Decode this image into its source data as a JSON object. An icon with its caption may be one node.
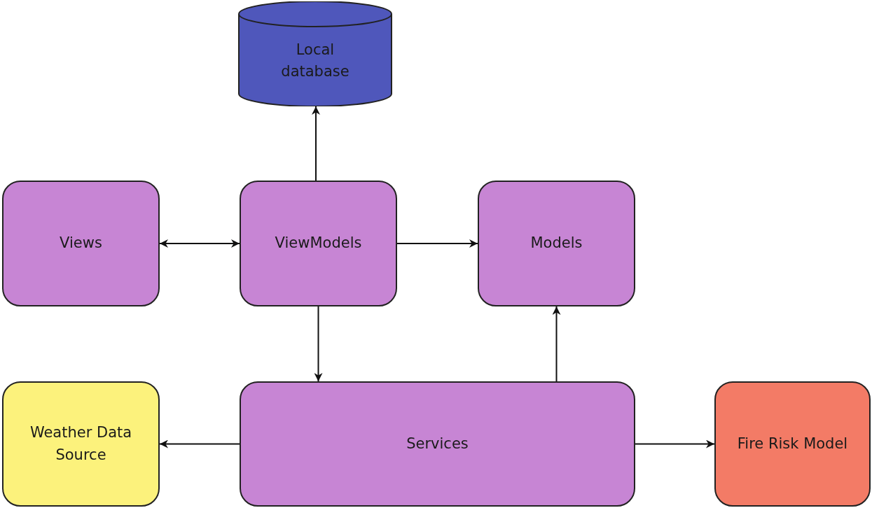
{
  "diagram": {
    "nodes": [
      {
        "text": [
          "Local database"
        ]
      },
      {
        "text": [
          "Views"
        ]
      },
      {
        "text": [
          "ViewModels"
        ]
      },
      {
        "text": [
          "Models"
        ]
      },
      {
        "text": [
          "Weather Data Source"
        ]
      },
      {
        "text": [
          "Services"
        ]
      },
      {
        "text": [
          "Fire Risk Model"
        ]
      }
    ],
    "edges": [
      {
        "from": 2,
        "to": 0,
        "arrow": "to"
      },
      {
        "from": 1,
        "to": 2,
        "arrow": "both"
      },
      {
        "from": 2,
        "to": 3,
        "arrow": "to"
      },
      {
        "from": 2,
        "to": 5,
        "arrow": "to"
      },
      {
        "from": 5,
        "to": 3,
        "arrow": "to"
      },
      {
        "from": 5,
        "to": 4,
        "arrow": "to"
      },
      {
        "from": 5,
        "to": 6,
        "arrow": "to"
      }
    ]
  }
}
